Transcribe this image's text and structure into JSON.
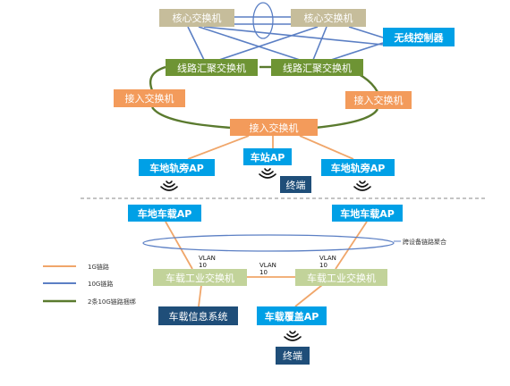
{
  "nodes": {
    "core_left": "核心交换机",
    "core_right": "核心交换机",
    "wireless_controller": "无线控制器",
    "agg_left": "线路汇聚交换机",
    "agg_right": "线路汇聚交换机",
    "access_left": "接入交换机",
    "access_right": "接入交换机",
    "access_center": "接入交换机",
    "trackside_ap_left": "车地轨旁AP",
    "station_ap": "车站AP",
    "trackside_ap_right": "车地轨旁AP",
    "terminal_top": "终端",
    "vehicle_ap_left": "车地车载AP",
    "vehicle_ap_right": "车地车载AP",
    "industrial_switch_left": "车载工业交换机",
    "industrial_switch_right": "车载工业交换机",
    "onboard_info_system": "车载信息系统",
    "onboard_coverage_ap": "车载覆盖AP",
    "terminal_bottom": "终端"
  },
  "labels": {
    "vlan_left": "VLAN\n10",
    "vlan_center": "VLAN\n10",
    "vlan_right": "VLAN\n10",
    "cross_device_aggregation": "跨设备链路聚合"
  },
  "legend": [
    {
      "label": "1G链路",
      "color": "#f0a66a"
    },
    {
      "label": "10G链路",
      "color": "#5b7fc4"
    },
    {
      "label": "2条10G链路捆绑",
      "color": "#5a7a2e"
    }
  ],
  "colors": {
    "core": "#c6bd9b",
    "controller": "#00a0e6",
    "aggregation": "#6e9434",
    "access": "#f39b5b",
    "ap": "#00a0e6",
    "dark": "#1f4e79",
    "industrial": "#c2d39a",
    "link_1g": "#f0a66a",
    "link_10g": "#5b7fc4",
    "link_bundle": "#5a7a2e"
  },
  "icons": {
    "wifi": "wifi-signal-icon"
  }
}
